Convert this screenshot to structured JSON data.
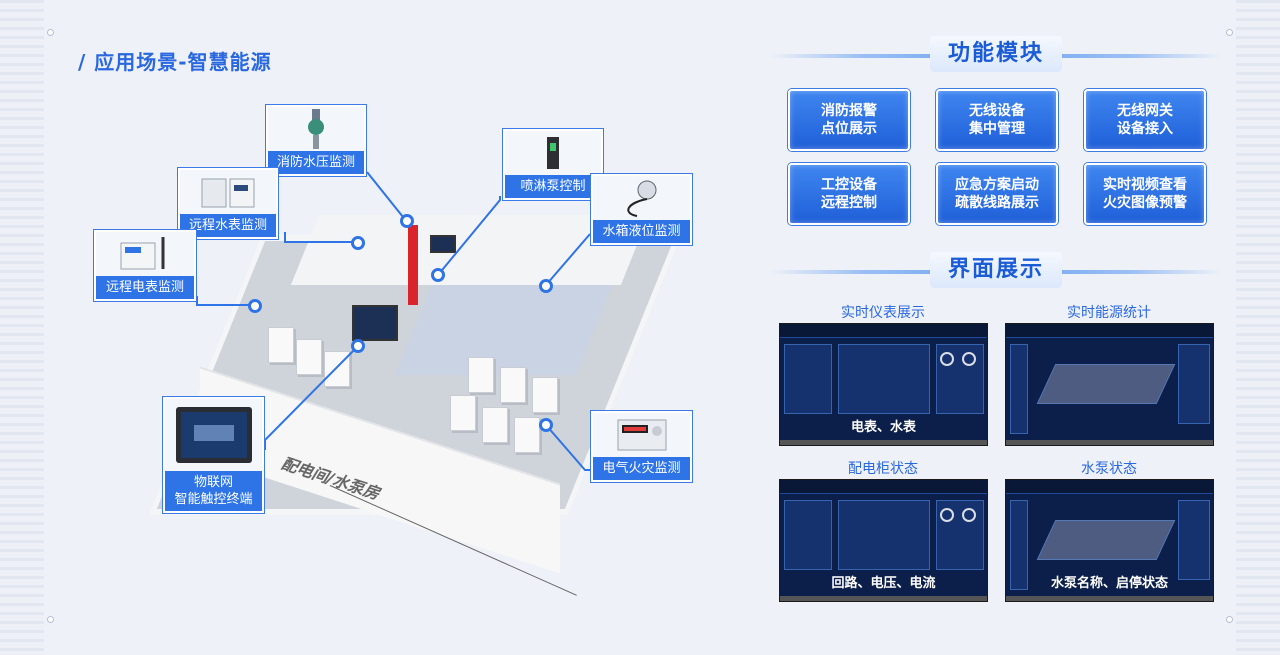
{
  "page": {
    "title": "/ 应用场景-智慧能源"
  },
  "scene": {
    "room_label": "配电间/水泵房",
    "callouts": [
      {
        "key": "pressure",
        "label": "消防水压监测"
      },
      {
        "key": "spray",
        "label": "喷淋泵控制"
      },
      {
        "key": "water_meter",
        "label": "远程水表监测"
      },
      {
        "key": "tank",
        "label": "水箱液位监测"
      },
      {
        "key": "power_meter",
        "label": "远程电表监测"
      },
      {
        "key": "fire",
        "label": "电气火灾监测"
      },
      {
        "key": "terminal",
        "label": "物联网\n智能触控终端"
      }
    ]
  },
  "functions": {
    "title": "功能模块",
    "items": [
      {
        "line1": "消防报警",
        "line2": "点位展示"
      },
      {
        "line1": "无线设备",
        "line2": "集中管理"
      },
      {
        "line1": "无线网关",
        "line2": "设备接入"
      },
      {
        "line1": "工控设备",
        "line2": "远程控制"
      },
      {
        "line1": "应急方案启动",
        "line2": "疏散线路展示"
      },
      {
        "line1": "实时视频查看",
        "line2": "火灾图像预警"
      }
    ]
  },
  "display": {
    "title": "界面展示",
    "shots": [
      {
        "title": "实时仪表展示",
        "caption": "电表、水表",
        "kind": "dashboard"
      },
      {
        "title": "实时能源统计",
        "caption": "",
        "kind": "3d"
      },
      {
        "title": "配电柜状态",
        "caption": "回路、电压、电流",
        "kind": "dashboard"
      },
      {
        "title": "水泵状态",
        "caption": "水泵名称、启停状态",
        "kind": "3d"
      }
    ]
  },
  "colors": {
    "accent": "#2f74e6",
    "title": "#2a68e0",
    "panel_bg": "#0c1e4a"
  }
}
